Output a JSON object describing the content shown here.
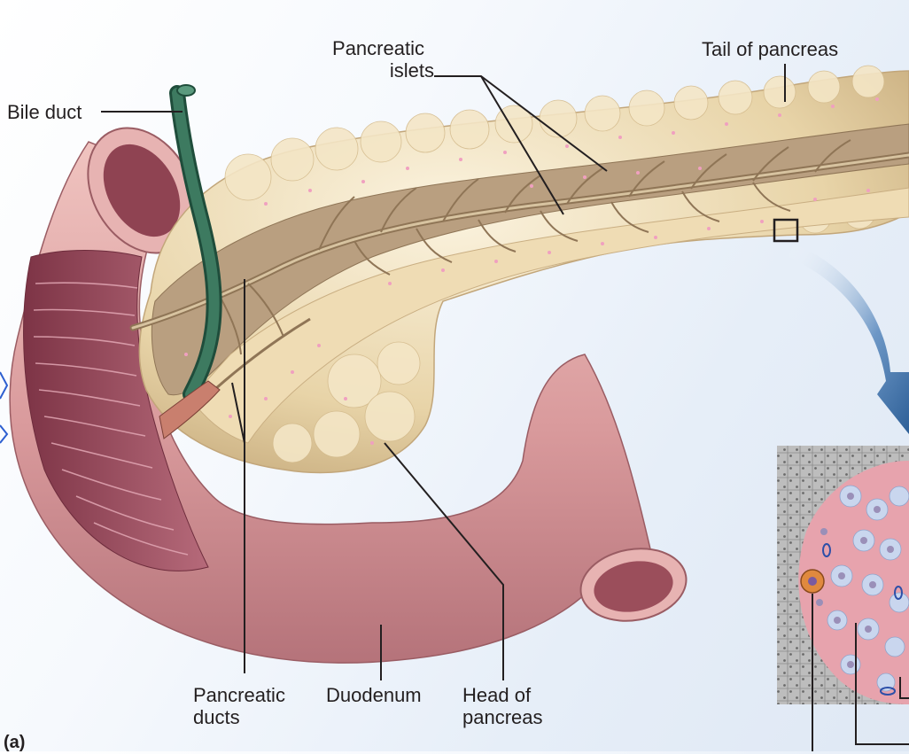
{
  "labels": {
    "bile_duct": "Bile duct",
    "pancreatic_islets_line1": "Pancreatic",
    "pancreatic_islets_line2": "islets",
    "tail_of_pancreas": "Tail of pancreas",
    "pancreatic_ducts_line1": "Pancreatic",
    "pancreatic_ducts_line2": "ducts",
    "duodenum": "Duodenum",
    "head_of_pancreas_line1": "Head of",
    "head_of_pancreas_line2": "pancreas",
    "part_label": "(a)"
  },
  "colors": {
    "duodenum": "#d99a9c",
    "duodenum_inner": "#a85a68",
    "pancreas": "#ead9b2",
    "pancreas_duct_region": "#b59a7c",
    "bile_duct": "#2f6b52",
    "islet_dots": "#f0a0c0",
    "leader_lines": "#231f20",
    "arrow": "#3a6fa8",
    "micro_alpha": "#e7a3ad",
    "micro_beta": "#c9d6ee",
    "micro_acinar": "#a9a9a9"
  }
}
